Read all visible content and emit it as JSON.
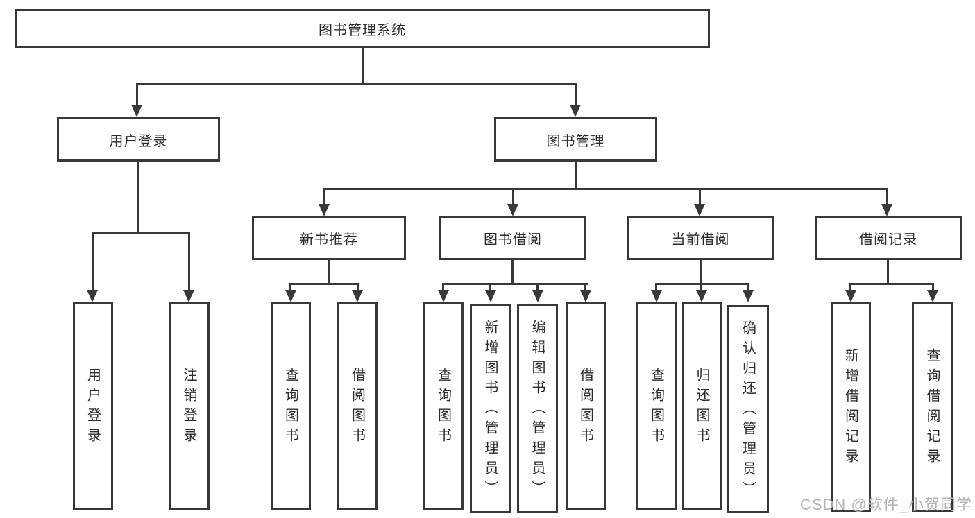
{
  "diagram": {
    "root": {
      "label": "图书管理系统"
    },
    "level2": [
      {
        "label": "用户登录"
      },
      {
        "label": "图书管理"
      }
    ],
    "level3": [
      {
        "label": "新书推荐"
      },
      {
        "label": "图书借阅"
      },
      {
        "label": "当前借阅"
      },
      {
        "label": "借阅记录"
      }
    ],
    "leaves": [
      {
        "label": "用户登录"
      },
      {
        "label": "注销登录"
      },
      {
        "label": "查询图书"
      },
      {
        "label": "借阅图书"
      },
      {
        "label": "查询图书"
      },
      {
        "label": "新增图书（管理员）"
      },
      {
        "label": "编辑图书（管理员）"
      },
      {
        "label": "借阅图书"
      },
      {
        "label": "查询图书"
      },
      {
        "label": "归还图书"
      },
      {
        "label": "确认归还（管理员）"
      },
      {
        "label": "新增借阅记录"
      },
      {
        "label": "查询借阅记录"
      }
    ],
    "watermark": "CSDN @软件_小贺同学",
    "colors": {
      "line": "#383838",
      "text": "#2b2b2b",
      "watermark": "#b3b3b3",
      "background": "#ffffff"
    }
  }
}
